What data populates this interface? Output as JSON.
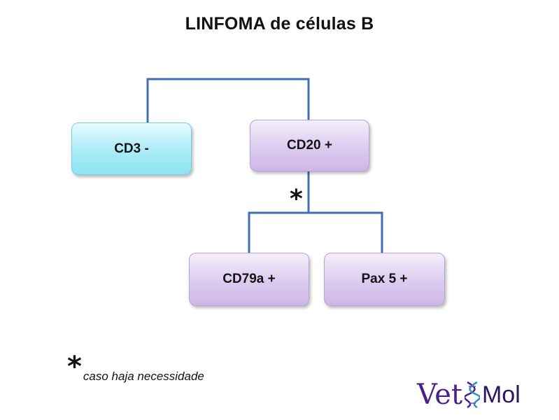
{
  "title": "LINFOMA de células B",
  "nodes": {
    "cd3": "CD3 -",
    "cd20": "CD20 +",
    "cd79a": "CD79a +",
    "pax5": "Pax 5 +"
  },
  "asterisk": "*",
  "footnote": {
    "symbol": "*",
    "text": "caso haja necessidade"
  },
  "logo": {
    "text_left": "Vet",
    "text_right": "Mol",
    "icon": "dna-helix-icon"
  },
  "colors": {
    "connector": "#3f6fb2",
    "node_cyan": "#a9ecf7",
    "node_purple": "#dccbef",
    "logo": "#4a1e8c"
  }
}
